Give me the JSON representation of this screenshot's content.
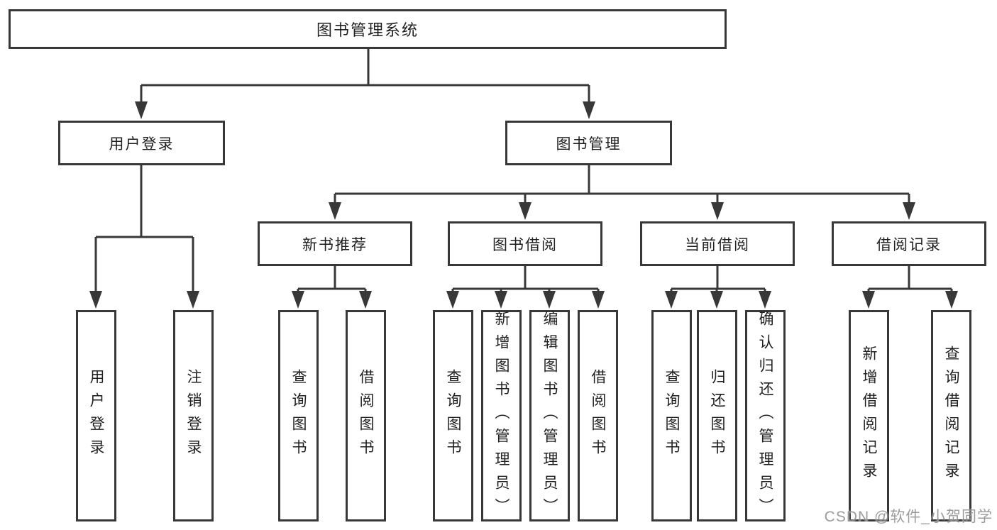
{
  "nodes": {
    "root": {
      "label": "图书管理系统"
    },
    "branches": [
      {
        "label": "用户登录"
      },
      {
        "label": "图书管理"
      }
    ],
    "modules": [
      {
        "label": "新书推荐"
      },
      {
        "label": "图书借阅"
      },
      {
        "label": "当前借阅"
      },
      {
        "label": "借阅记录"
      }
    ],
    "leaves": [
      {
        "label": "用户登录"
      },
      {
        "label": "注销登录"
      },
      {
        "label": "查询图书"
      },
      {
        "label": "借阅图书"
      },
      {
        "label": "查询图书"
      },
      {
        "label": "新增图书（管理员）"
      },
      {
        "label": "编辑图书（管理员）"
      },
      {
        "label": "借阅图书"
      },
      {
        "label": "查询图书"
      },
      {
        "label": "归还图书"
      },
      {
        "label": "确认归还（管理员）"
      },
      {
        "label": "新增借阅记录"
      },
      {
        "label": "查询借阅记录"
      }
    ]
  },
  "watermark": "CSDN @软件_小贺同学",
  "colors": {
    "line": "#383838",
    "box_border": "#383838",
    "text": "#1f1f1f",
    "watermark": "#808080",
    "background": "#ffffff"
  }
}
